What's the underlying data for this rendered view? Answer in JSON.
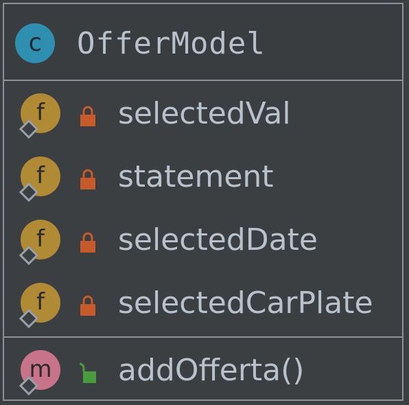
{
  "class": {
    "icon_letter": "c",
    "name": "OfferModel"
  },
  "fields": [
    {
      "icon_letter": "f",
      "visibility": "private",
      "name": "selectedVal"
    },
    {
      "icon_letter": "f",
      "visibility": "private",
      "name": "statement"
    },
    {
      "icon_letter": "f",
      "visibility": "private",
      "name": "selectedDate"
    },
    {
      "icon_letter": "f",
      "visibility": "private",
      "name": "selectedCarPlate"
    }
  ],
  "methods": [
    {
      "icon_letter": "m",
      "visibility": "public",
      "name": "addOfferta()"
    }
  ],
  "colors": {
    "background": "#3c3f41",
    "border": "#8e9195",
    "class_icon": "#2f8fb0",
    "field_icon": "#b08a34",
    "method_icon": "#c7738a",
    "private_lock": "#c75a2b",
    "public_lock": "#4a9a3e",
    "text": "#b9c2cb"
  }
}
